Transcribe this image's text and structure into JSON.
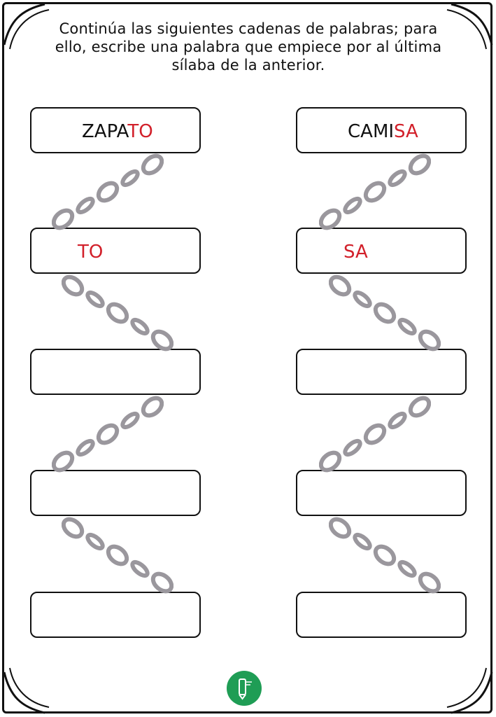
{
  "instructions": "Continúa las siguientes cadenas de palabras; para ello, escribe una palabra que empiece por al última sílaba de la anterior.",
  "columns": [
    {
      "boxes": [
        {
          "prefix": "ZAPA",
          "suffix": "TO"
        },
        {
          "prefix": "",
          "suffix": "TO"
        },
        {
          "prefix": "",
          "suffix": ""
        },
        {
          "prefix": "",
          "suffix": ""
        },
        {
          "prefix": "",
          "suffix": ""
        }
      ]
    },
    {
      "boxes": [
        {
          "prefix": "CAMI",
          "suffix": "SA"
        },
        {
          "prefix": "",
          "suffix": "SA"
        },
        {
          "prefix": "",
          "suffix": ""
        },
        {
          "prefix": "",
          "suffix": ""
        },
        {
          "prefix": "",
          "suffix": ""
        }
      ]
    }
  ],
  "chain_icon": "chain-icon",
  "logo_icon": "logo-icon",
  "colors": {
    "highlight": "#d2202a",
    "chain": "#9a979d",
    "logo": "#1f9d55",
    "border": "#111111"
  }
}
